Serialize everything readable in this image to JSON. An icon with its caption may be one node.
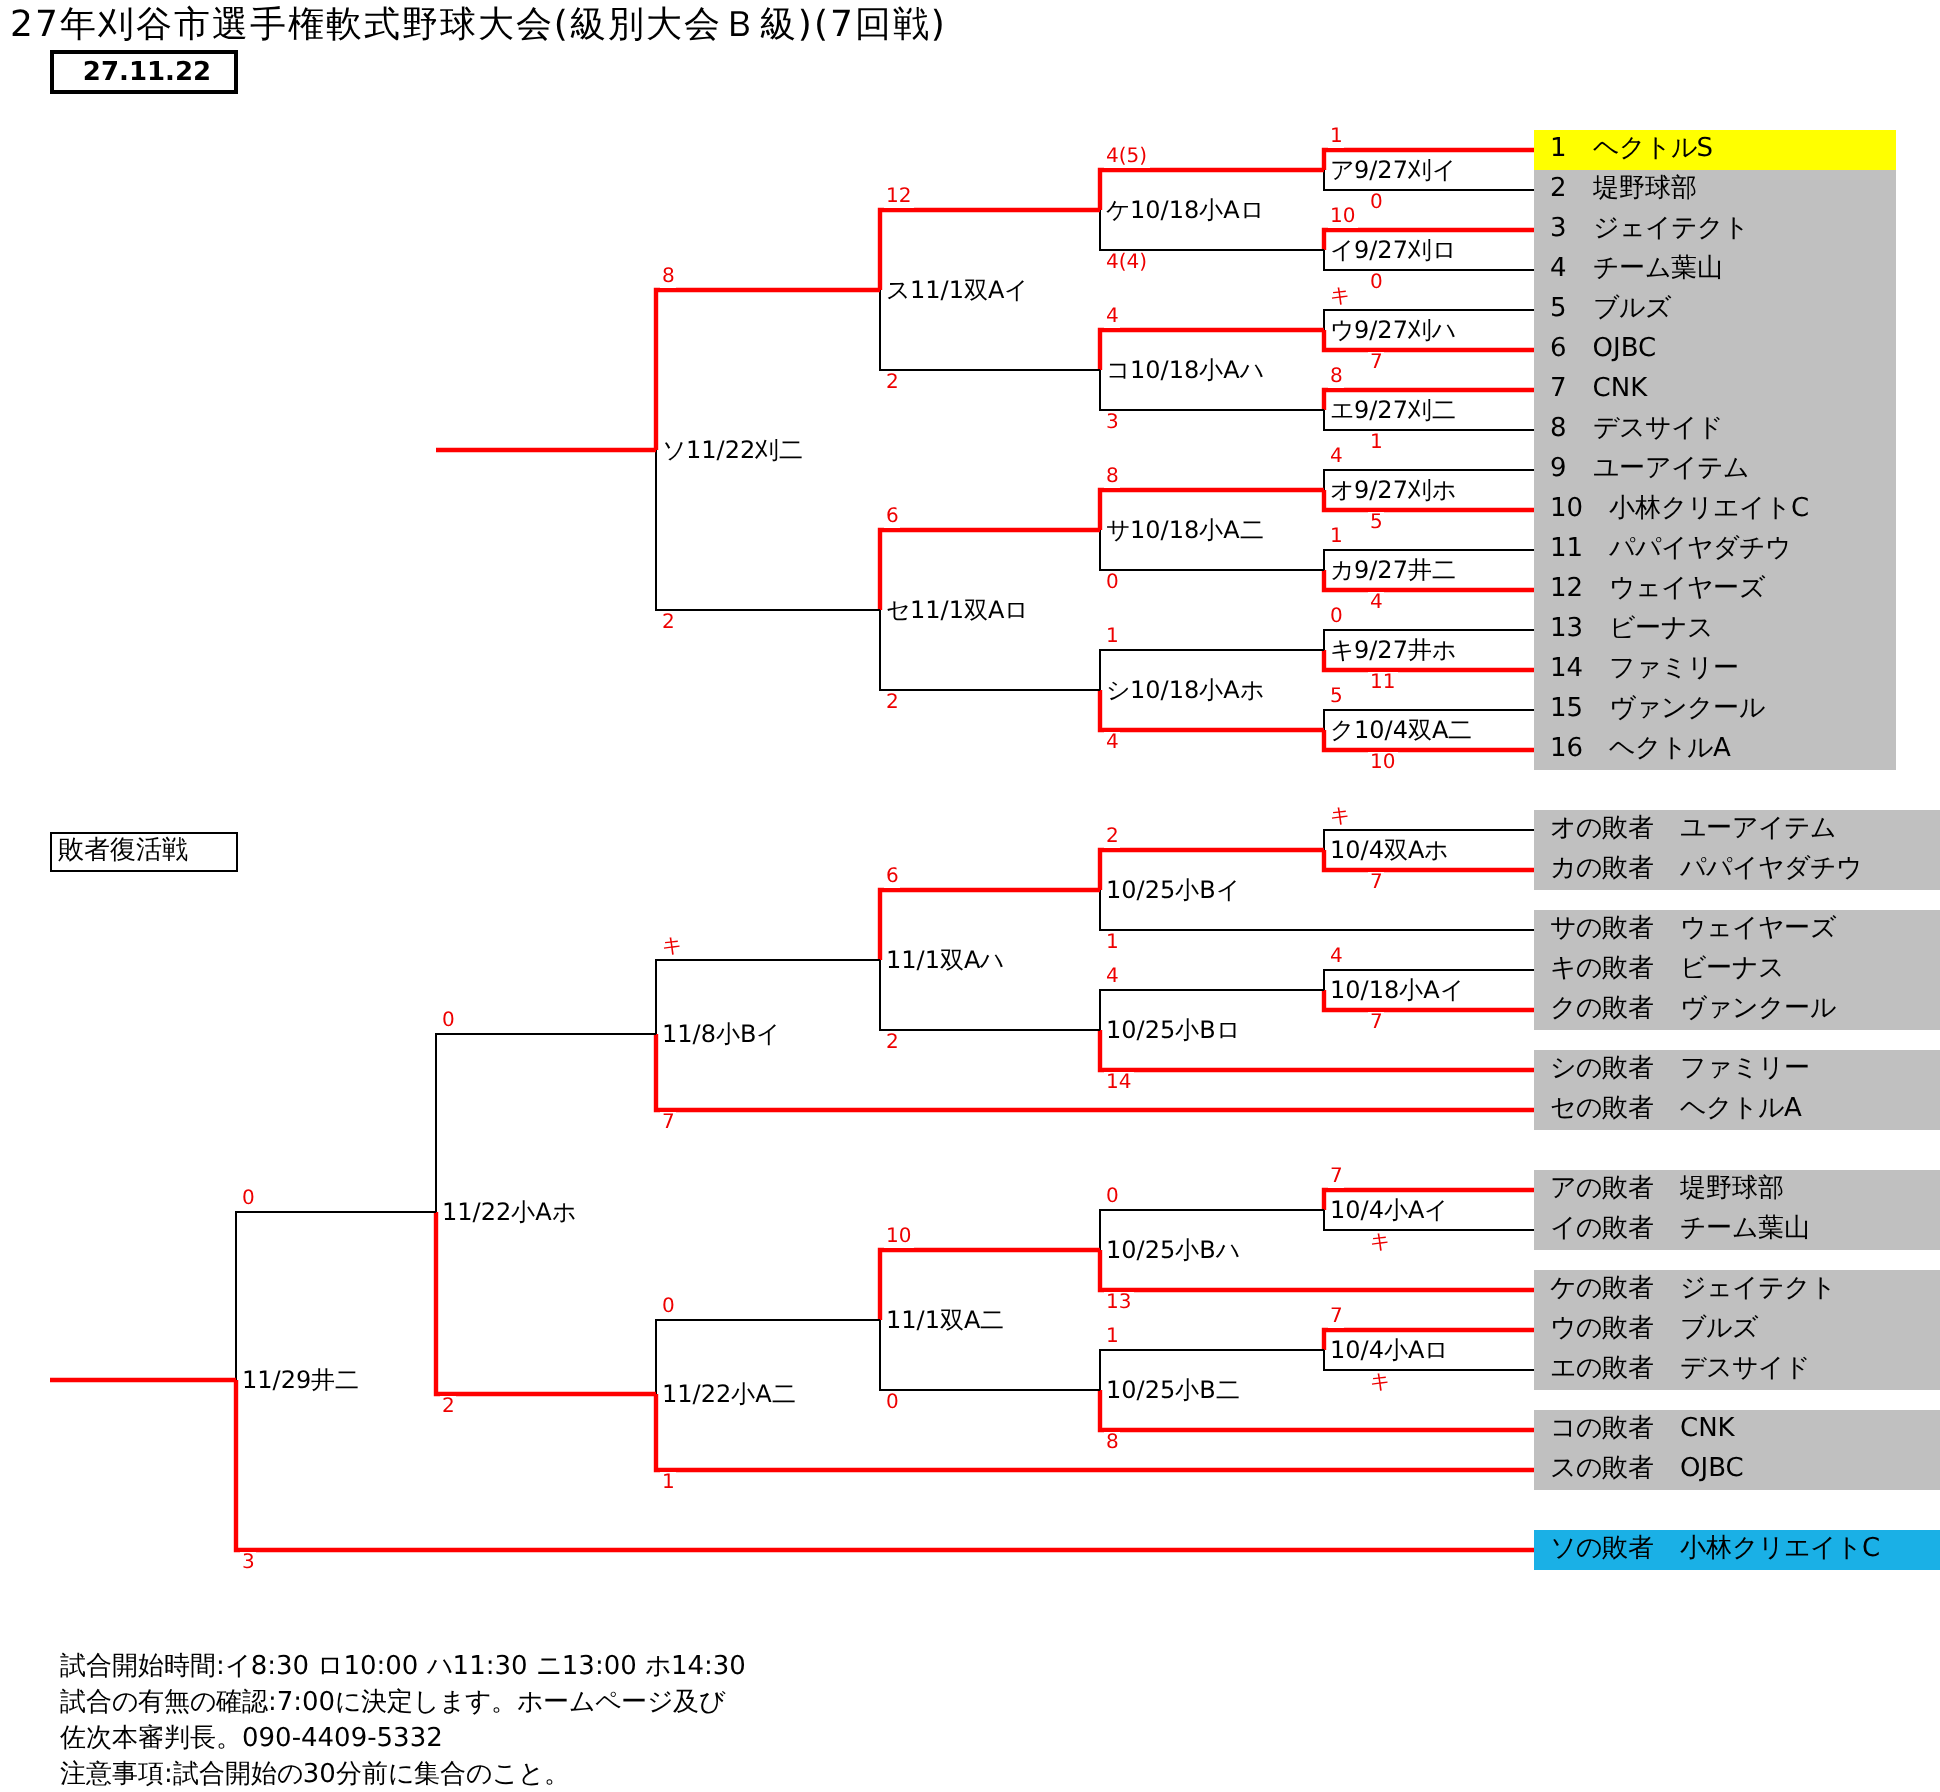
{
  "diagram": {
    "title": "27年刈谷市選手権軟式野球大会(級別大会Ｂ級)(7回戦)",
    "nodes": [
      {
        "text": [
          "27.11.22"
        ]
      },
      {
        "text": [
          "1　ヘクトルS"
        ]
      },
      {
        "text": [
          "2　堤野球部"
        ]
      },
      {
        "text": [
          "3　ジェイテクト"
        ]
      },
      {
        "text": [
          "4　チーム葉山"
        ]
      },
      {
        "text": [
          "5　ブルズ"
        ]
      },
      {
        "text": [
          "6　OJBC"
        ]
      },
      {
        "text": [
          "7　CNK"
        ]
      },
      {
        "text": [
          "8　デスサイド"
        ]
      },
      {
        "text": [
          "9　ユーアイテム"
        ]
      },
      {
        "text": [
          "10　小林クリエイトC"
        ]
      },
      {
        "text": [
          "11　パパイヤダチウ"
        ]
      },
      {
        "text": [
          "12　ウェイヤーズ"
        ]
      },
      {
        "text": [
          "13　ビーナス"
        ]
      },
      {
        "text": [
          "14　ファミリー"
        ]
      },
      {
        "text": [
          "15　ヴァンクール"
        ]
      },
      {
        "text": [
          "16　ヘクトルA"
        ]
      },
      {
        "text": [
          "ア9/27刈イ"
        ]
      },
      {
        "text": [
          "イ9/27刈ロ"
        ]
      },
      {
        "text": [
          "ウ9/27刈ハ"
        ]
      },
      {
        "text": [
          "エ9/27刈二"
        ]
      },
      {
        "text": [
          "オ9/27刈ホ"
        ]
      },
      {
        "text": [
          "カ9/27井二"
        ]
      },
      {
        "text": [
          "キ9/27井ホ"
        ]
      },
      {
        "text": [
          "ク10/4双A二"
        ]
      },
      {
        "text": [
          "ケ10/18小Aロ"
        ]
      },
      {
        "text": [
          "コ10/18小Aハ"
        ]
      },
      {
        "text": [
          "サ10/18小A二"
        ]
      },
      {
        "text": [
          "シ10/18小Aホ"
        ]
      },
      {
        "text": [
          "ス11/1双Aイ"
        ]
      },
      {
        "text": [
          "セ11/1双Aロ"
        ]
      },
      {
        "text": [
          "ソ11/22刈二"
        ]
      },
      {
        "text": [
          "敗者復活戦"
        ]
      },
      {
        "text": [
          "オの敗者　ユーアイテム"
        ]
      },
      {
        "text": [
          "カの敗者　パパイヤダチウ"
        ]
      },
      {
        "text": [
          "サの敗者　ウェイヤーズ"
        ]
      },
      {
        "text": [
          "キの敗者　ビーナス"
        ]
      },
      {
        "text": [
          "クの敗者　ヴァンクール"
        ]
      },
      {
        "text": [
          "シの敗者　ファミリー"
        ]
      },
      {
        "text": [
          "セの敗者　ヘクトルA"
        ]
      },
      {
        "text": [
          "アの敗者　堤野球部"
        ]
      },
      {
        "text": [
          "イの敗者　チーム葉山"
        ]
      },
      {
        "text": [
          "ケの敗者　ジェイテクト"
        ]
      },
      {
        "text": [
          "ウの敗者　ブルズ"
        ]
      },
      {
        "text": [
          "エの敗者　デスサイド"
        ]
      },
      {
        "text": [
          "コの敗者　CNK"
        ]
      },
      {
        "text": [
          "スの敗者　OJBC"
        ]
      },
      {
        "text": [
          "ソの敗者　小林クリエイトC"
        ]
      },
      {
        "text": [
          "10/4双Aホ"
        ]
      },
      {
        "text": [
          "10/18小Aイ"
        ]
      },
      {
        "text": [
          "10/25小Bイ"
        ]
      },
      {
        "text": [
          "10/25小Bロ"
        ]
      },
      {
        "text": [
          "11/1双Aハ"
        ]
      },
      {
        "text": [
          "11/8小Bイ"
        ]
      },
      {
        "text": [
          "10/4小Aイ"
        ]
      },
      {
        "text": [
          "10/4小Aロ"
        ]
      },
      {
        "text": [
          "10/25小Bハ"
        ]
      },
      {
        "text": [
          "10/25小B二"
        ]
      },
      {
        "text": [
          "11/1双A二"
        ]
      },
      {
        "text": [
          "11/22小A二"
        ]
      },
      {
        "text": [
          "11/22小Aホ"
        ]
      },
      {
        "text": [
          "11/29井二"
        ]
      }
    ],
    "edges": [
      {
        "from": 1,
        "to": 17,
        "arrow": "none",
        "label": "1"
      },
      {
        "from": 2,
        "to": 17,
        "arrow": "none",
        "label": "0",
        "color": "#000000"
      },
      {
        "from": 3,
        "to": 18,
        "arrow": "none",
        "label": "10"
      },
      {
        "from": 4,
        "to": 18,
        "arrow": "none",
        "label": "0",
        "color": "#000000"
      },
      {
        "from": 5,
        "to": 19,
        "arrow": "none",
        "label": "キ",
        "color": "#000000"
      },
      {
        "from": 6,
        "to": 19,
        "arrow": "none",
        "label": "7"
      },
      {
        "from": 7,
        "to": 20,
        "arrow": "none",
        "label": "8"
      },
      {
        "from": 8,
        "to": 20,
        "arrow": "none",
        "label": "1",
        "color": "#000000"
      },
      {
        "from": 9,
        "to": 21,
        "arrow": "none",
        "label": "4",
        "color": "#000000"
      },
      {
        "from": 10,
        "to": 21,
        "arrow": "none",
        "label": "5"
      },
      {
        "from": 11,
        "to": 22,
        "arrow": "none",
        "label": "1",
        "color": "#000000"
      },
      {
        "from": 12,
        "to": 22,
        "arrow": "none",
        "label": "4"
      },
      {
        "from": 13,
        "to": 23,
        "arrow": "none",
        "label": "0",
        "color": "#000000"
      },
      {
        "from": 14,
        "to": 23,
        "arrow": "none",
        "label": "11"
      },
      {
        "from": 15,
        "to": 24,
        "arrow": "none",
        "label": "5",
        "color": "#000000"
      },
      {
        "from": 16,
        "to": 24,
        "arrow": "none",
        "label": "10"
      },
      {
        "from": 17,
        "to": 25,
        "arrow": "none",
        "label": "4(5)"
      },
      {
        "from": 18,
        "to": 25,
        "arrow": "none",
        "label": "4(4)",
        "color": "#000000"
      },
      {
        "from": 19,
        "to": 26,
        "arrow": "none",
        "label": "4"
      },
      {
        "from": 20,
        "to": 26,
        "arrow": "none",
        "label": "3",
        "color": "#000000"
      },
      {
        "from": 21,
        "to": 27,
        "arrow": "none",
        "label": "8"
      },
      {
        "from": 22,
        "to": 27,
        "arrow": "none",
        "label": "0",
        "color": "#000000"
      },
      {
        "from": 23,
        "to": 28,
        "arrow": "none",
        "label": "1",
        "color": "#000000"
      },
      {
        "from": 24,
        "to": 28,
        "arrow": "none",
        "label": "4"
      },
      {
        "from": 25,
        "to": 29,
        "arrow": "none",
        "label": "12"
      },
      {
        "from": 26,
        "to": 29,
        "arrow": "none",
        "label": "2",
        "color": "#000000"
      },
      {
        "from": 27,
        "to": 30,
        "arrow": "none",
        "label": "6"
      },
      {
        "from": 28,
        "to": 30,
        "arrow": "none",
        "label": "2",
        "color": "#000000"
      },
      {
        "from": 29,
        "to": 31,
        "arrow": "none",
        "label": "8"
      },
      {
        "from": 30,
        "to": 31,
        "arrow": "none",
        "label": "2",
        "color": "#000000"
      },
      {
        "from": 31,
        "to": null,
        "arrow": "none"
      },
      {
        "from": 33,
        "to": 48,
        "arrow": "none",
        "label": "キ",
        "color": "#000000"
      },
      {
        "from": 34,
        "to": 48,
        "arrow": "none",
        "label": "7"
      },
      {
        "from": 36,
        "to": 49,
        "arrow": "none",
        "label": "4",
        "color": "#000000"
      },
      {
        "from": 37,
        "to": 49,
        "arrow": "none",
        "label": "7"
      },
      {
        "from": 48,
        "to": 50,
        "arrow": "none",
        "label": "2"
      },
      {
        "from": 35,
        "to": 50,
        "arrow": "none",
        "label": "1",
        "color": "#000000"
      },
      {
        "from": 49,
        "to": 51,
        "arrow": "none",
        "label": "4",
        "color": "#000000"
      },
      {
        "from": 38,
        "to": 51,
        "arrow": "none",
        "label": "14"
      },
      {
        "from": 50,
        "to": 52,
        "arrow": "none",
        "label": "6"
      },
      {
        "from": 51,
        "to": 52,
        "arrow": "none",
        "label": "2",
        "color": "#000000"
      },
      {
        "from": 52,
        "to": 53,
        "arrow": "none",
        "label": "キ",
        "color": "#000000"
      },
      {
        "from": 39,
        "to": 53,
        "arrow": "none",
        "label": "7"
      },
      {
        "from": 40,
        "to": 54,
        "arrow": "none",
        "label": "7"
      },
      {
        "from": 41,
        "to": 54,
        "arrow": "none",
        "label": "キ",
        "color": "#000000"
      },
      {
        "from": 43,
        "to": 55,
        "arrow": "none",
        "label": "7"
      },
      {
        "from": 44,
        "to": 55,
        "arrow": "none",
        "label": "キ",
        "color": "#000000"
      },
      {
        "from": 54,
        "to": 56,
        "arrow": "none",
        "label": "0",
        "color": "#000000"
      },
      {
        "from": 42,
        "to": 56,
        "arrow": "none",
        "label": "13"
      },
      {
        "from": 55,
        "to": 57,
        "arrow": "none",
        "label": "1",
        "color": "#000000"
      },
      {
        "from": 45,
        "to": 57,
        "arrow": "none",
        "label": "8"
      },
      {
        "from": 56,
        "to": 58,
        "arrow": "none",
        "label": "10"
      },
      {
        "from": 57,
        "to": 58,
        "arrow": "none",
        "label": "0",
        "color": "#000000"
      },
      {
        "from": 58,
        "to": 59,
        "arrow": "none",
        "label": "0",
        "color": "#000000"
      },
      {
        "from": 46,
        "to": 59,
        "arrow": "none",
        "label": "1"
      },
      {
        "from": 53,
        "to": 60,
        "arrow": "none",
        "label": "0",
        "color": "#000000"
      },
      {
        "from": 59,
        "to": 60,
        "arrow": "none",
        "label": "2"
      },
      {
        "from": 60,
        "to": 61,
        "arrow": "none",
        "label": "0",
        "color": "#000000"
      },
      {
        "from": 47,
        "to": 61,
        "arrow": "none",
        "label": "3"
      },
      {
        "from": 61,
        "to": null,
        "arrow": "none"
      }
    ],
    "labels": [
      "試合開始時間:イ8:30 ロ10:00 ハ11:30 ニ13:00 ホ14:30",
      "試合の有無の確認:7:00に決定します。ホームページ及び",
      "佐次本審判長。090-4409-5332",
      "注意事項:試合開始の30分前に集合のこと。"
    ]
  }
}
